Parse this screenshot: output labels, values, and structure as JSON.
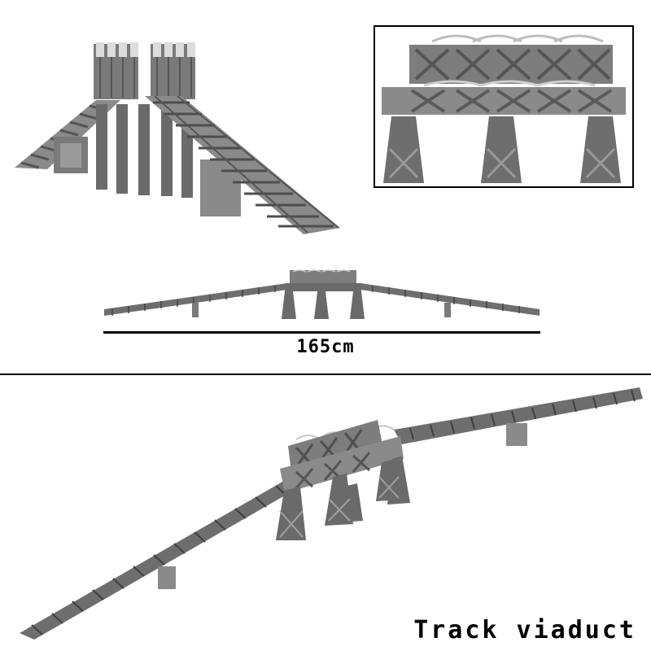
{
  "dimension": {
    "length_label": "165cm"
  },
  "caption": {
    "title": "Track viaduct"
  },
  "colors": {
    "background": "#ffffff",
    "track": "#6e6e6e",
    "track_dark": "#4a4a4a",
    "pier": "#7a7a7a",
    "pier_dark": "#555555",
    "highlight": "#e8e8e8"
  },
  "icons": {
    "top_left": "stacked-viaduct-ramp-image",
    "top_right": "truss-bridge-closeup-image",
    "middle": "viaduct-side-view-image",
    "bottom": "viaduct-perspective-image"
  }
}
